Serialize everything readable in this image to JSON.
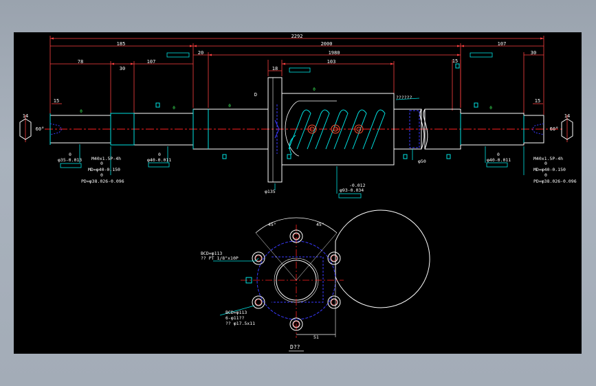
{
  "drawing": {
    "dims": {
      "overall": "2292",
      "left_end": "185",
      "screw_len": "2000",
      "right_end": "107",
      "left_gap": "20",
      "thread_len": "1980",
      "right_gap": "30",
      "seg_78": "78",
      "seg_30": "30",
      "seg_107": "107",
      "nut_18": "18",
      "nut_103": "103",
      "flange_15": "15",
      "end_15_left": "15",
      "end_15_right": "15",
      "hex_left": "14",
      "hex_right": "14",
      "angle_left": "60°",
      "angle_right": "60°",
      "zero_a": "0",
      "zero_b": "0",
      "zero_c": "0",
      "zero_d": "0",
      "zero_e": "0",
      "d_label": "D"
    },
    "notes_left": {
      "shaft_tol": "φ35-0.013",
      "shaft_zero": "0",
      "thread_spec": "M40x1.5P-4h",
      "md": "MD=φ40-0.150",
      "md_zero": "0",
      "pd": "PD=φ38.026-0.096",
      "pd_zero": "0",
      "journal": "φ40-0.011",
      "journal_zero": "0"
    },
    "notes_right": {
      "journal": "φ40-0.011",
      "journal_zero": "0",
      "thread_spec": "M40x1.5P-4h",
      "md": "MD=φ40-0.150",
      "md_zero": "0",
      "pd": "PD=φ38.026-0.096",
      "pd_zero": "0"
    },
    "notes_center": {
      "flange_dia": "φ135",
      "nut_tol_1": "-0.012",
      "nut_tol_2": "φ93-0.034",
      "screw_dia": "φ50",
      "question": "??????"
    },
    "section_view": {
      "angle_left": "45°",
      "angle_right": "45°",
      "bcd_top": "BCD=φ113",
      "pt_note": "?? PT 1/8\"x10P",
      "bcd_bottom": "BCD=φ113",
      "holes": "6-φ11??",
      "counterbore": "?? φ17.5x11",
      "dim_51": "51",
      "caption": "D??"
    }
  }
}
